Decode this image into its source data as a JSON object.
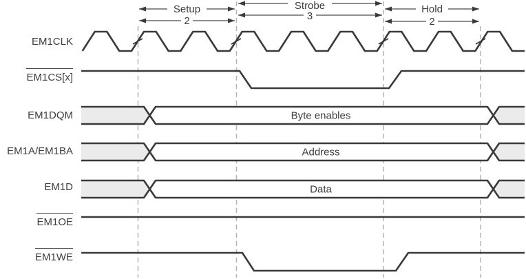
{
  "colors": {
    "signal_line": "#3a3a3a",
    "guide_line": "#b3b3b3",
    "bus_fill": "#ebebeb",
    "text": "#3d3d3d",
    "background": "#ffffff"
  },
  "dimensions": {
    "setup": {
      "label": "Setup",
      "cycles": "2"
    },
    "strobe": {
      "label": "Strobe",
      "cycles": "3"
    },
    "hold": {
      "label": "Hold",
      "cycles": "2"
    }
  },
  "signals": [
    {
      "label": "EM1CLK",
      "overline": false,
      "waveform": "clock"
    },
    {
      "label": "EM1CS[x]",
      "overline": true,
      "waveform": "low during strobe"
    },
    {
      "label": "EM1DQM",
      "overline": false,
      "waveform": "bus",
      "value": "Byte enables"
    },
    {
      "label": "EM1A/EM1BA",
      "overline": false,
      "waveform": "bus",
      "value": "Address"
    },
    {
      "label": "EM1D",
      "overline": false,
      "waveform": "bus",
      "value": "Data"
    },
    {
      "label": "EM1OE",
      "overline": true,
      "waveform": "constant high"
    },
    {
      "label": "EM1WE",
      "overline": true,
      "waveform": "low during strobe"
    }
  ]
}
